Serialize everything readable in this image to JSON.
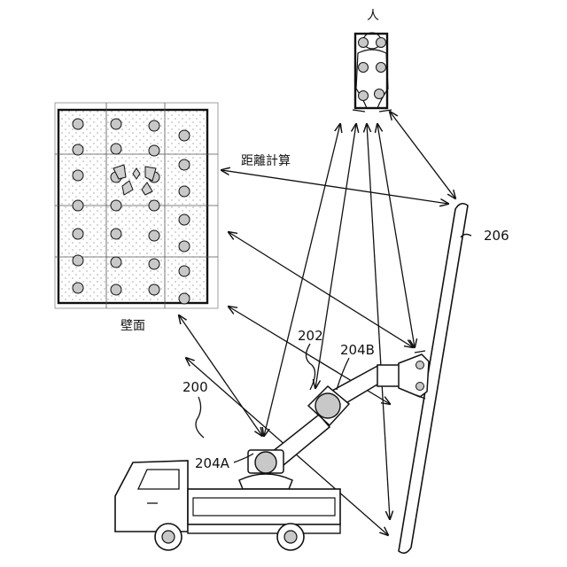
{
  "labels": {
    "person": "人",
    "distance_calc": "距離計算",
    "wall": "壁面",
    "ref_206": "206",
    "ref_202": "202",
    "ref_204B": "204B",
    "ref_200": "200",
    "ref_204A": "204A"
  }
}
